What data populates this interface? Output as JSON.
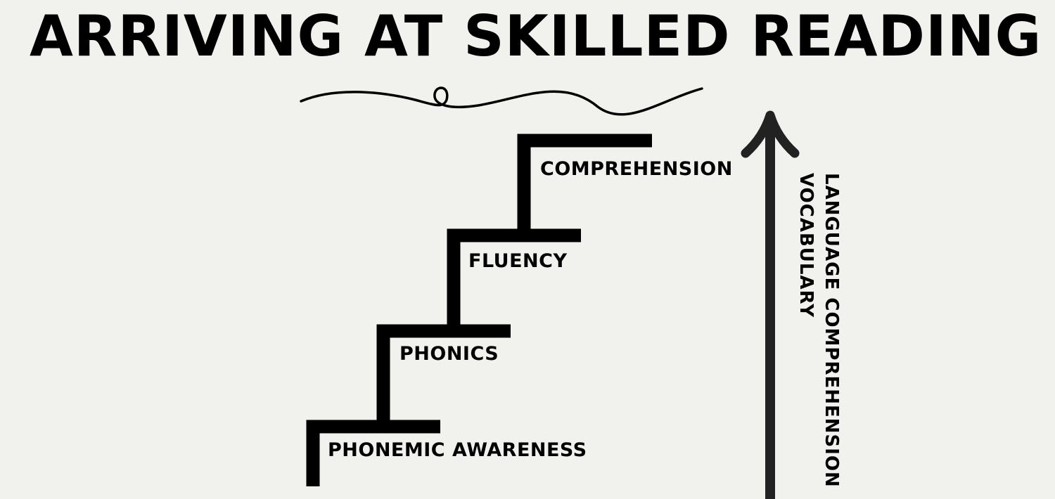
{
  "title": "ARRIVING AT SKILLED READING",
  "steps": [
    {
      "label": "PHONEMIC AWARENESS"
    },
    {
      "label": "PHONICS"
    },
    {
      "label": "FLUENCY"
    },
    {
      "label": "COMPREHENSION"
    }
  ],
  "arrow_label": {
    "line1": "LANGUAGE COMPREHENSION",
    "line2": "VOCABULARY"
  },
  "colors": {
    "background": "#f1f1ee",
    "ink": "#000000",
    "arrow": "#222222"
  },
  "icons": [
    "squiggle-divider-icon",
    "upward-arrow-icon"
  ]
}
